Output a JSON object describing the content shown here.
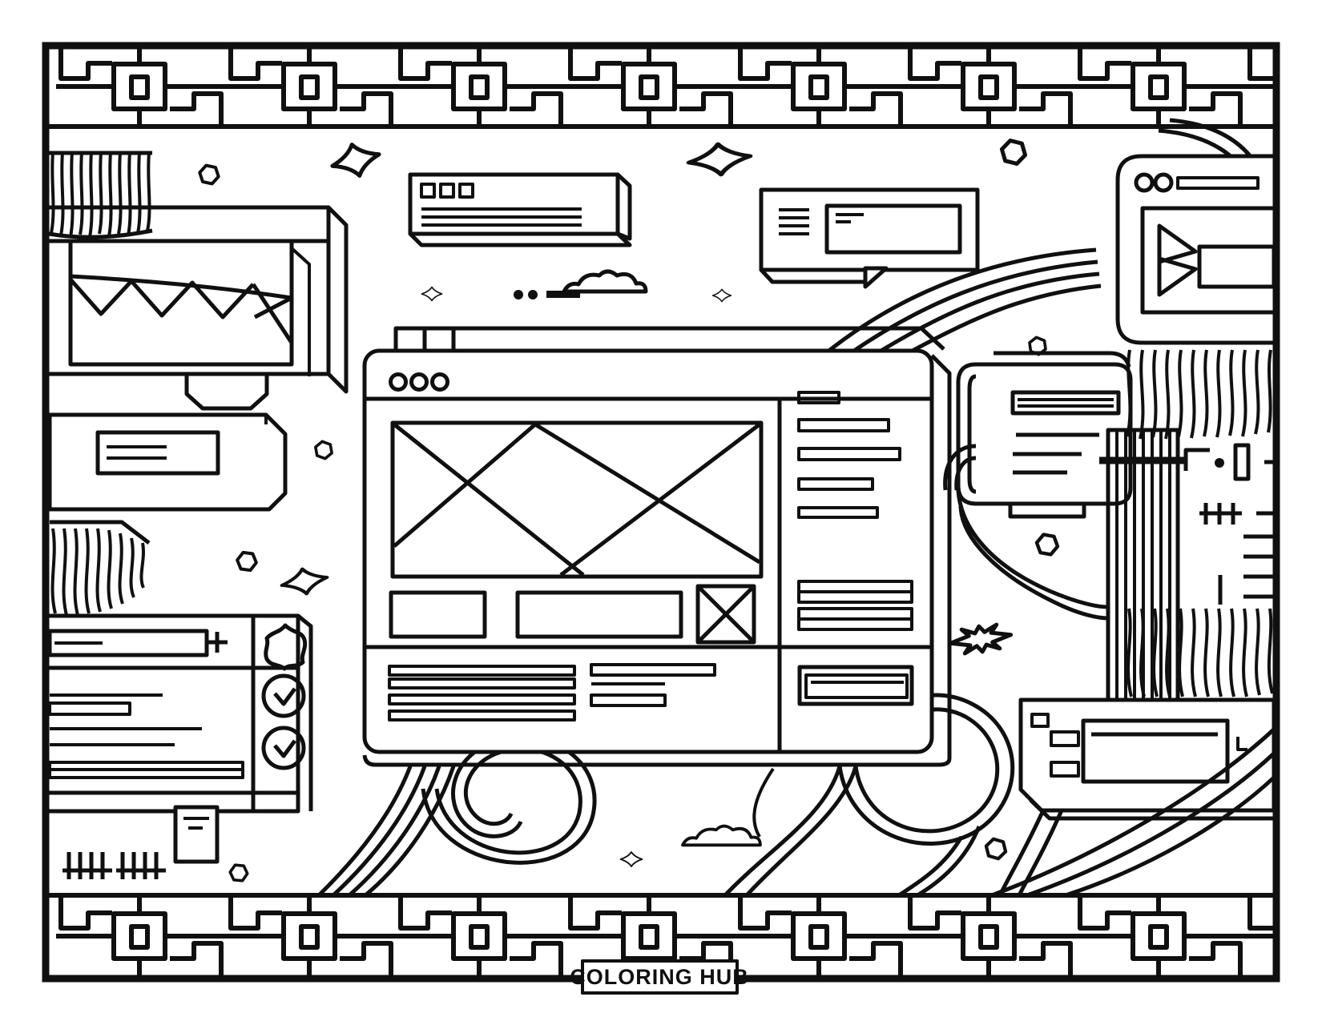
{
  "palette": {
    "ink": "#101010",
    "paper": "#ffffff"
  },
  "watermark": {
    "label": "COLORING HUB"
  },
  "artwork": {
    "style": "line-art coloring page",
    "center_subject": "browser window wireframe",
    "decorations": [
      "greek-key meander border",
      "sparkles",
      "hexagons",
      "clouds",
      "wave swirls",
      "striped bands",
      "coil",
      "machines",
      "tally marks"
    ]
  }
}
